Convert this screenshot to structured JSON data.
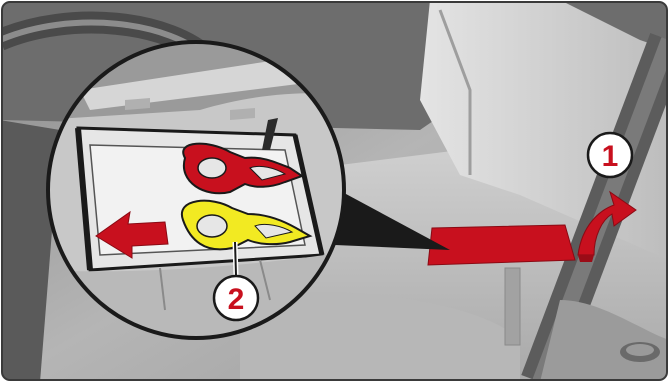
{
  "callouts": {
    "one": "1",
    "two": "2"
  },
  "colors": {
    "red": "#c8101e",
    "yellow": "#f2ea22",
    "interior_gray": "#c4c4c4",
    "dark_gray": "#6f6f6f",
    "light_gray": "#e2e2e2",
    "outline": "#1a1a1a"
  },
  "icons": {
    "tool_red": "red-removal-hook-tool",
    "tool_yellow": "yellow-removal-hook-tool",
    "arrow_left": "red-pull-arrow",
    "arrow_lift": "red-lift-arrow"
  }
}
